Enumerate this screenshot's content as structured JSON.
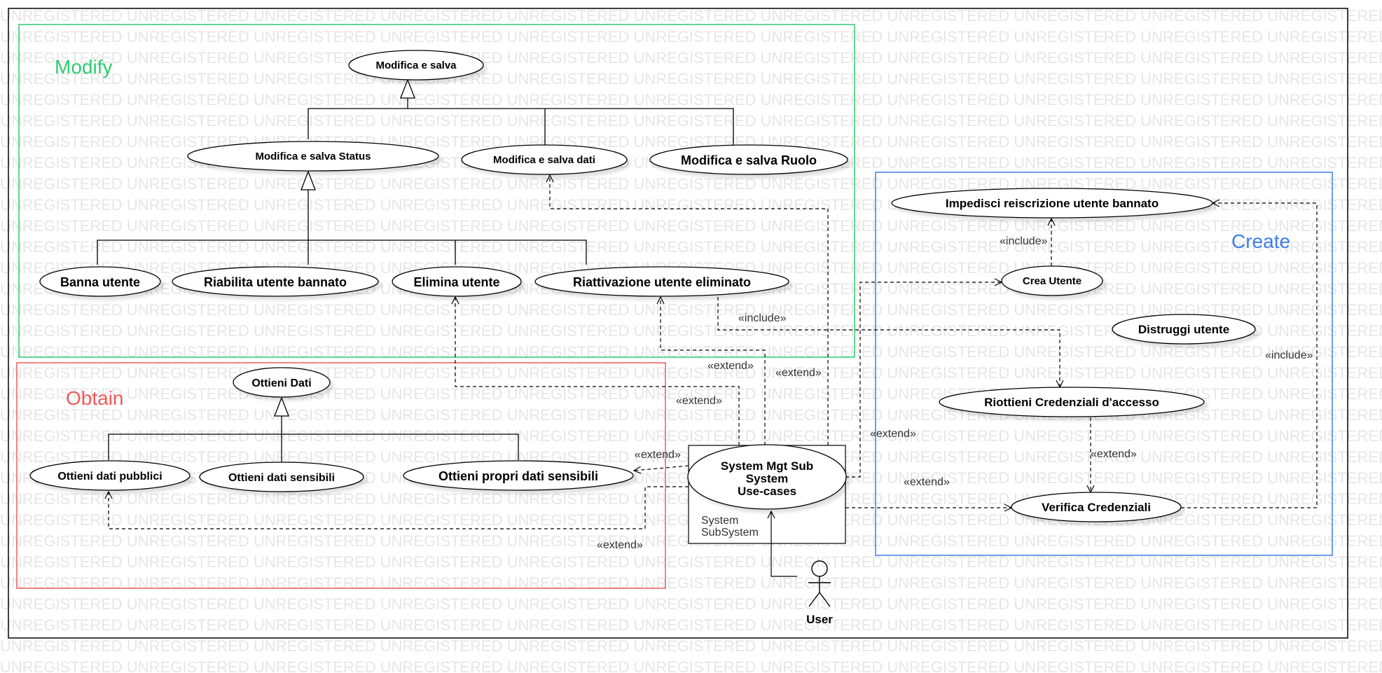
{
  "watermark": "UNREGISTERED",
  "colors": {
    "modify": "#2ecc71",
    "obtain": "#f05a5a",
    "create": "#3b7ded",
    "line": "#000000",
    "watermark": "#e6e6e6"
  },
  "groups": {
    "modify": "Modify",
    "obtain": "Obtain",
    "create": "Create"
  },
  "use_cases": {
    "modifica_salva": "Modifica e salva",
    "modifica_status": "Modifica e salva Status",
    "modifica_dati": "Modifica e salva dati",
    "modifica_ruolo": "Modifica e salva Ruolo",
    "banna": "Banna utente",
    "riabilita": "Riabilita utente bannato",
    "elimina": "Elimina utente",
    "riattivazione": "Riattivazione utente eliminato",
    "ottieni_dati": "Ottieni Dati",
    "pubblici": "Ottieni dati pubblici",
    "sensibili": "Ottieni dati sensibili",
    "propri": "Ottieni propri dati sensibili",
    "impedisci": "Impedisci reiscrizione utente bannato",
    "crea": "Crea Utente",
    "distruggi": "Distruggi utente",
    "riottieni": "Riottieni Credenziali d'accesso",
    "verifica": "Verifica Credenziali",
    "system_line1": "System Mgt Sub",
    "system_line2": "System",
    "system_line3": "Use-cases"
  },
  "subsystem": {
    "line1": "System",
    "line2": "SubSystem"
  },
  "actor": "User",
  "relations": {
    "extend": "«extend»",
    "include": "«include»"
  }
}
